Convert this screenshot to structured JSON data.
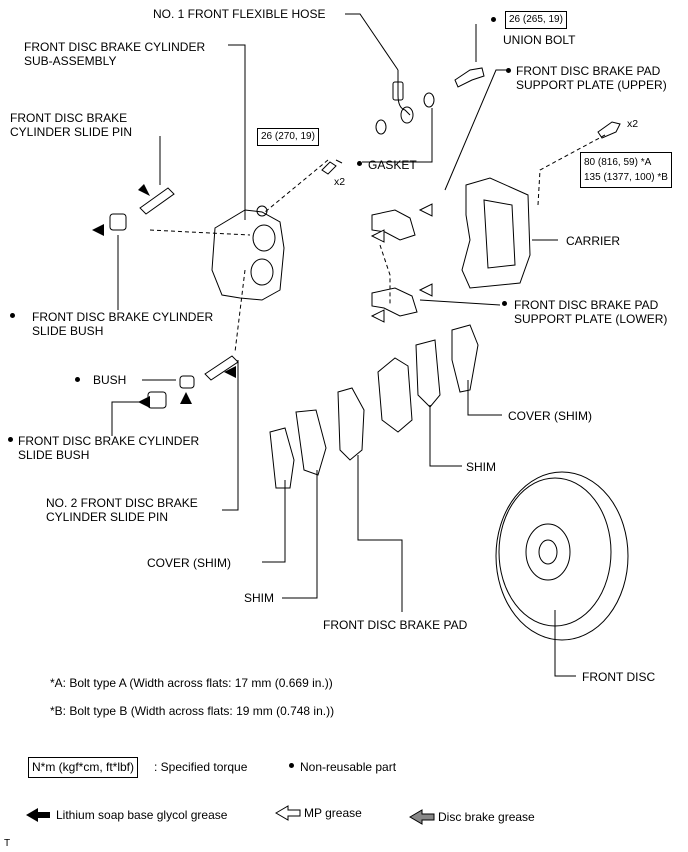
{
  "labels": {
    "flexible_hose": "NO. 1 FRONT FLEXIBLE HOSE",
    "cylinder_sub_assembly_line1": "FRONT DISC BRAKE CYLINDER",
    "cylinder_sub_assembly_line2": "SUB-ASSEMBLY",
    "slide_pin_line1": "FRONT DISC BRAKE",
    "slide_pin_line2": "CYLINDER SLIDE PIN",
    "slide_bush_upper_line1": "FRONT DISC BRAKE CYLINDER",
    "slide_bush_upper_line2": "SLIDE BUSH",
    "bush": "BUSH",
    "slide_bush_lower_line1": "FRONT DISC BRAKE CYLINDER",
    "slide_bush_lower_line2": "SLIDE BUSH",
    "no2_slide_pin_line1": "NO. 2 FRONT DISC BRAKE",
    "no2_slide_pin_line2": "CYLINDER SLIDE PIN",
    "cover_shim_left": "COVER (SHIM)",
    "shim_left": "SHIM",
    "brake_pad": "FRONT DISC BRAKE PAD",
    "union_bolt": "UNION BOLT",
    "support_upper_line1": "FRONT DISC BRAKE PAD",
    "support_upper_line2": "SUPPORT PLATE (UPPER)",
    "gasket": "GASKET",
    "carrier": "CARRIER",
    "support_lower_line1": "FRONT DISC BRAKE PAD",
    "support_lower_line2": "SUPPORT PLATE (LOWER)",
    "cover_shim_right": "COVER (SHIM)",
    "shim_right": "SHIM",
    "front_disc": "FRONT DISC",
    "x2_left": "x2",
    "x2_right": "x2"
  },
  "torque": {
    "union_bolt": "26 (265, 19)",
    "cylinder_bolt": "26 (270, 19)",
    "carrier_a": "80 (816, 59) *A",
    "carrier_b": "135 (1377, 100) *B"
  },
  "notes": {
    "a": "*A: Bolt type A (Width across flats: 17 mm (0.669 in.))",
    "b": "*B: Bolt type B (Width across flats: 19 mm (0.748 in.))"
  },
  "legend": {
    "torque_box": "N*m (kgf*cm, ft*lbf)",
    "torque_text": ": Specified torque",
    "non_reusable": "Non-reusable part",
    "lithium": "Lithium soap base glycol grease",
    "mp": "MP grease",
    "disc": "Disc brake grease"
  },
  "corner": "T"
}
